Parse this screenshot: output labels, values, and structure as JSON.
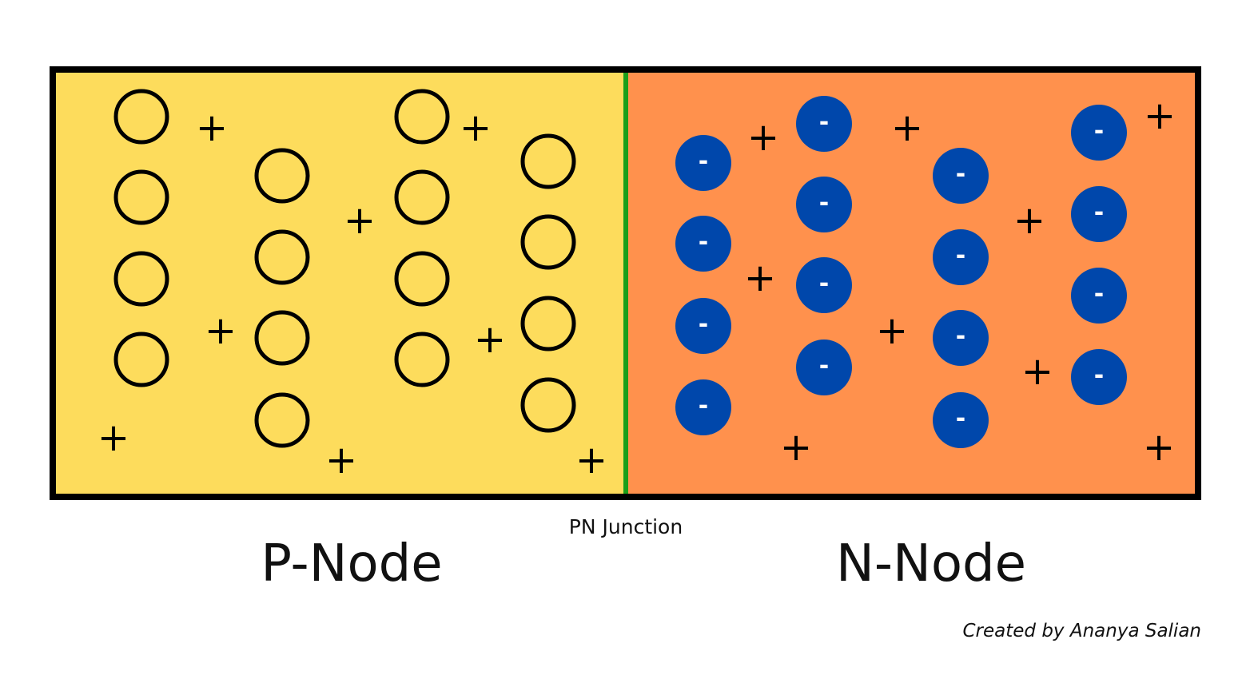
{
  "labels": {
    "p_region": "P-Node",
    "n_region": "N-Node",
    "junction": "PN Junction",
    "credit": "Created by Ananya Salian"
  },
  "symbols": {
    "positive": "+",
    "negative": "-"
  },
  "colors": {
    "p_region_fill": "#FDDC5C",
    "n_region_fill": "#FF914D",
    "junction_line": "#1A9E1A",
    "border": "#000000",
    "electron_fill": "#0047AB",
    "hole_stroke": "#000000"
  }
}
